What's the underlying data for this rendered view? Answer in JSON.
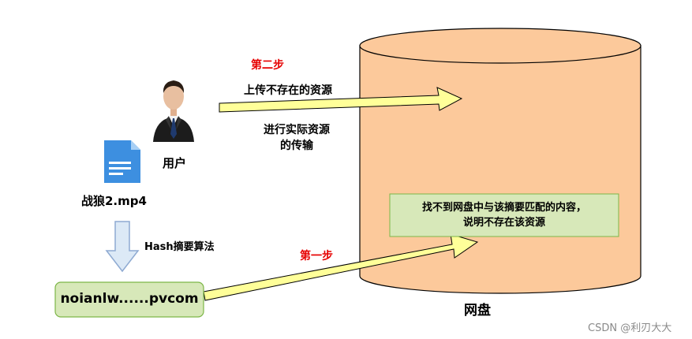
{
  "labels": {
    "step_two": "第二步",
    "upload_nonexistent": "上传不存在的资源",
    "actual_transfer_line1": "进行实际资源",
    "actual_transfer_line2": "的传输",
    "user": "用户",
    "file_name": "战狼2.mp4",
    "hash_algorithm": "Hash摘要算法",
    "hash_value": "noianlw......pvcom",
    "step_one": "第一步",
    "not_found_line1": "找不到网盘中与该摘要匹配的内容，",
    "not_found_line2": "说明不存在该资源",
    "cloud_disk": "网盘",
    "watermark": "CSDN @利刃大大"
  },
  "colors": {
    "cylinder_fill": "#fcc99b",
    "cylinder_stroke": "#000000",
    "arrow_fill": "#ffff99",
    "hash_box_fill": "#d7e8b9",
    "hash_box_stroke": "#7db648",
    "note_box_fill": "#d7e8b9",
    "note_box_stroke": "#7db648",
    "down_arrow_fill": "#dce9f6",
    "down_arrow_stroke": "#8eaad2",
    "step_color": "#e60000",
    "file_icon": "#3d8fe0"
  },
  "icons": {
    "user": "businessman-icon",
    "file": "document-icon"
  }
}
